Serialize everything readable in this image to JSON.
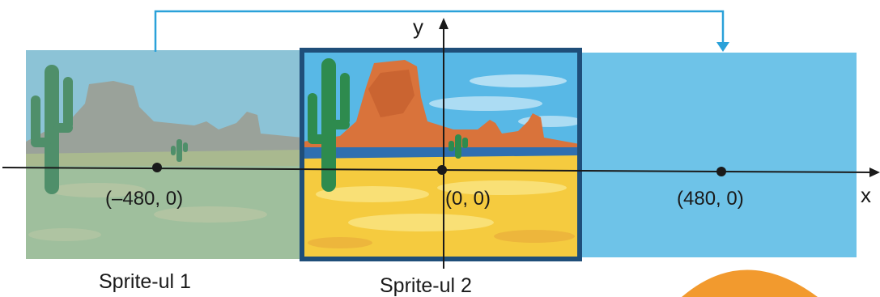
{
  "axes": {
    "x_label": "x",
    "y_label": "y"
  },
  "points": [
    {
      "label": "(–480, 0)"
    },
    {
      "label": "(0, 0)"
    },
    {
      "label": "(480, 0)"
    }
  ],
  "sprites": [
    {
      "label": "Sprite-ul  1"
    },
    {
      "label": "Sprite-ul  2"
    }
  ],
  "colors": {
    "sky_blue": "#6ec3e8",
    "frame_navy": "#1f4e79",
    "arrow_cyan": "#2aa1d9",
    "sand_yellow": "#f5cb3f",
    "rock_orange": "#d9733b",
    "cactus_green": "#2e8b4e",
    "sun_orange": "#f29a2e",
    "axis_dark": "#1a1a1a"
  },
  "icons": {
    "cactus": "cactus-icon",
    "sun": "sun-icon",
    "arrow": "arrow-icon"
  }
}
